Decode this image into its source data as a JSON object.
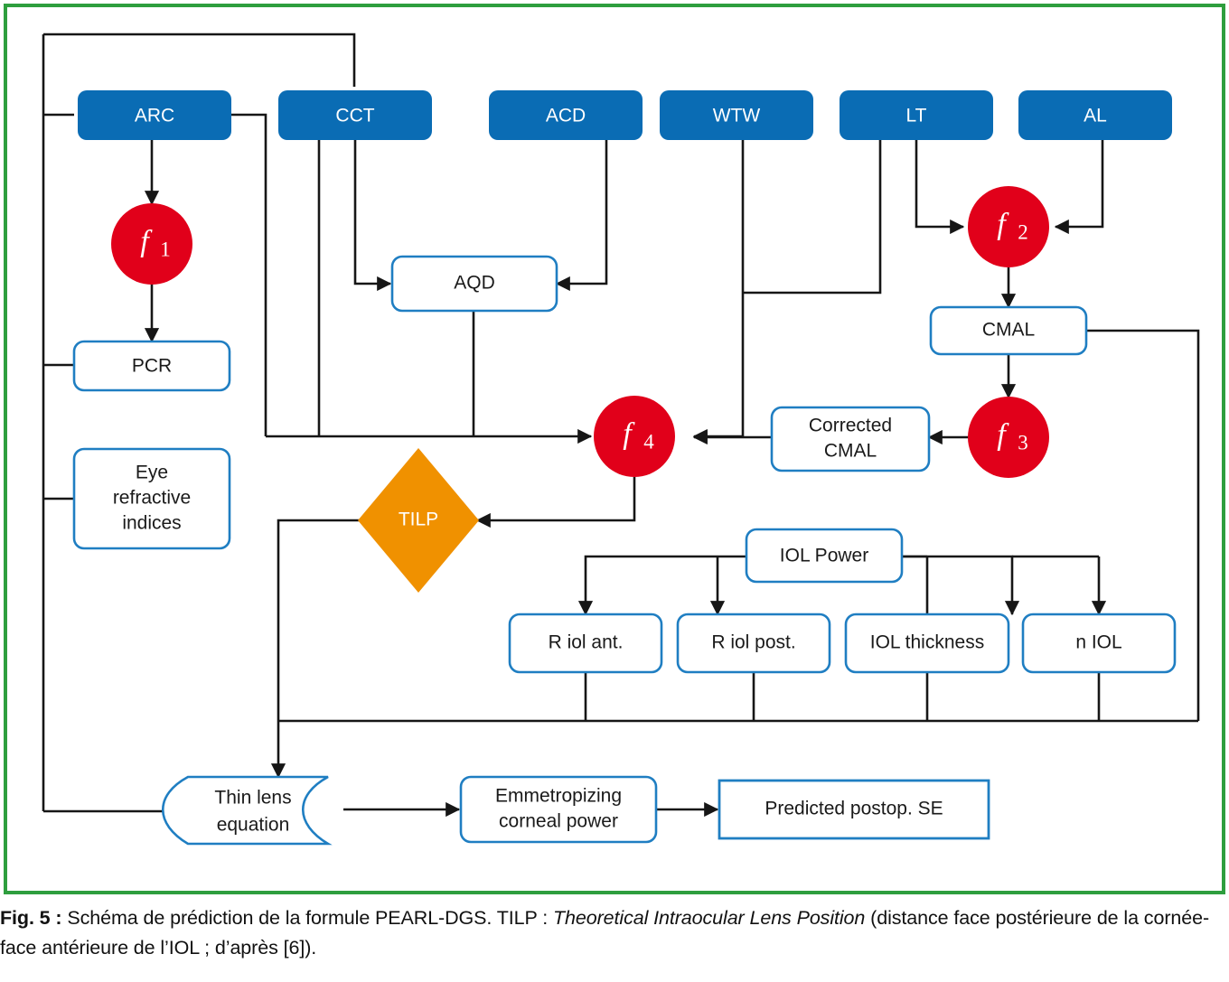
{
  "figure": {
    "caption_label": "Fig. 5 :",
    "caption_part1": " Schéma de prédiction de la formule PEARL-DGS. TILP : ",
    "caption_italic": "Theoretical Intraocular Lens Position",
    "caption_part2": " (distance face postérieure de la cornée-face antérieure de l’IOL ; d’après [6])."
  },
  "colors": {
    "input_blue": "#0a6cb4",
    "node_border_blue": "#1f7ec2",
    "function_red": "#e1001a",
    "tilp_orange": "#f09100",
    "frame_green": "#2e9e3e",
    "line_black": "#161616",
    "text_dark": "#1a1a1a",
    "text_white": "#ffffff"
  },
  "nodes": {
    "inputs": [
      {
        "id": "arc",
        "label": "ARC"
      },
      {
        "id": "cct",
        "label": "CCT"
      },
      {
        "id": "acd",
        "label": "ACD"
      },
      {
        "id": "wtw",
        "label": "WTW"
      },
      {
        "id": "lt",
        "label": "LT"
      },
      {
        "id": "al",
        "label": "AL"
      }
    ],
    "functions": [
      {
        "id": "f1",
        "label": "f",
        "sub": "1"
      },
      {
        "id": "f2",
        "label": "f",
        "sub": "2"
      },
      {
        "id": "f3",
        "label": "f",
        "sub": "3"
      },
      {
        "id": "f4",
        "label": "f",
        "sub": "4"
      }
    ],
    "intermediate": [
      {
        "id": "pcr",
        "label": "PCR"
      },
      {
        "id": "eye",
        "line1": "Eye",
        "line2": "refractive",
        "line3": "indices"
      },
      {
        "id": "aqd",
        "label": "AQD"
      },
      {
        "id": "cmal",
        "label": "CMAL"
      },
      {
        "id": "corrected_cmal",
        "line1": "Corrected",
        "line2": "CMAL"
      },
      {
        "id": "iol_power",
        "label": "IOL Power"
      },
      {
        "id": "r_iol_ant",
        "label": "R iol ant."
      },
      {
        "id": "r_iol_post",
        "label": "R iol post."
      },
      {
        "id": "iol_thickness",
        "label": "IOL thickness"
      },
      {
        "id": "n_iol",
        "label": "n IOL"
      }
    ],
    "decision": {
      "id": "tilp",
      "label": "TILP"
    },
    "process": {
      "id": "thin_lens",
      "line1": "Thin lens",
      "line2": "equation"
    },
    "outputs": [
      {
        "id": "emmetropizing",
        "line1": "Emmetropizing",
        "line2": "corneal power"
      },
      {
        "id": "predicted_se",
        "label": "Predicted postop. SE"
      }
    ]
  }
}
